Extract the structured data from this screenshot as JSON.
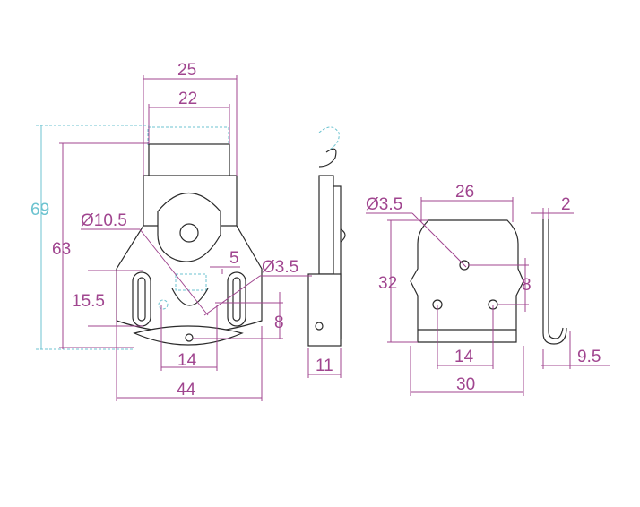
{
  "colors": {
    "dimension": "#a0458f",
    "reference": "#6cc3d0",
    "outline": "#2a2a2a"
  },
  "dims": {
    "width_25": "25",
    "width_22": "22",
    "height_69": "69",
    "height_63": "63",
    "dia_10_5": "Ø10.5",
    "gap_5": "5",
    "dia_3_5_front": "Ø3.5",
    "slot_15_5": "15.5",
    "hole_8_front": "8",
    "holes_14_front": "14",
    "base_44": "44",
    "thick_11": "11",
    "dia_3_5_plate": "Ø3.5",
    "plate_26": "26",
    "plate_32": "32",
    "hole_8_plate": "8",
    "holes_14_plate": "14",
    "plate_30": "30",
    "hook_2": "2",
    "hook_9_5": "9.5"
  }
}
